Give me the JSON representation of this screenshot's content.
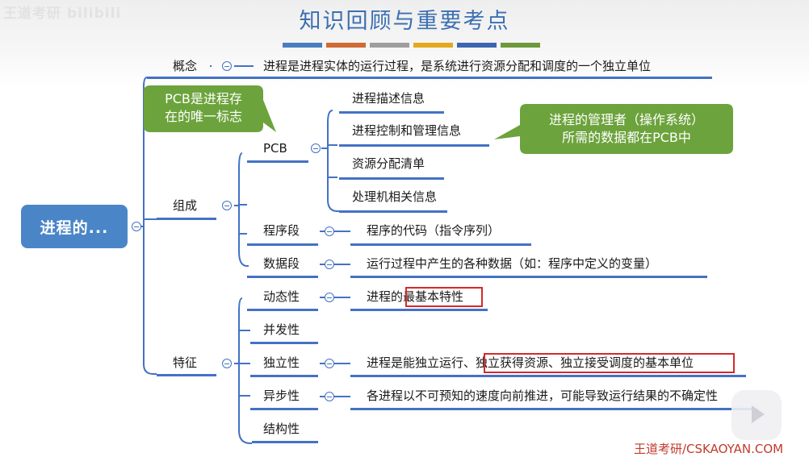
{
  "watermark": "王道考研 bilibili",
  "title": "知识回顾与重要考点",
  "colors": {
    "stripes": [
      "#4a7ebf",
      "#cf6b33",
      "#9e9e9e",
      "#e5a91e",
      "#3d66b0",
      "#6e9a3c"
    ],
    "branch_line": "#4472c4",
    "root_fill": "#4a86c7",
    "callout_fill": "#6ca33c",
    "highlight_box": "#d42a2a",
    "footer_text": "#c23a2b"
  },
  "root": {
    "label": "进程的..."
  },
  "branches": {
    "concept": {
      "label": "概念",
      "text": "进程是进程实体的运行过程，是系统进行资源分配和调度的一个独立单位"
    },
    "composition": {
      "label": "组成",
      "pcb": {
        "label": "PCB",
        "items": [
          "进程描述信息",
          "进程控制和管理信息",
          "资源分配清单",
          "处理机相关信息"
        ]
      },
      "program": {
        "label": "程序段",
        "text": "程序的代码（指令序列）"
      },
      "data": {
        "label": "数据段",
        "text": "运行过程中产生的各种数据（如：程序中定义的变量）"
      }
    },
    "features": {
      "label": "特征",
      "dynamic": {
        "label": "动态性",
        "text_pre": "进程的",
        "text_hl": "最基本特性"
      },
      "concurrent": {
        "label": "并发性"
      },
      "independent": {
        "label": "独立性",
        "text_pre": "进程是能独立运行、",
        "text_hl": "独立获得资源、独立接受调度的基本单位"
      },
      "async": {
        "label": "异步性",
        "text": "各进程以不可预知的速度向前推进，可能导致运行结果的不确定性"
      },
      "structural": {
        "label": "结构性"
      }
    }
  },
  "callouts": {
    "pcb_unique": [
      "PCB是进程存",
      "在的唯一标志"
    ],
    "os_manager": [
      "进程的管理者（操作系统）",
      "所需的数据都在PCB中"
    ]
  },
  "footer": "王道考研/CSKAOYAN.COM",
  "play_icon": "play-icon"
}
